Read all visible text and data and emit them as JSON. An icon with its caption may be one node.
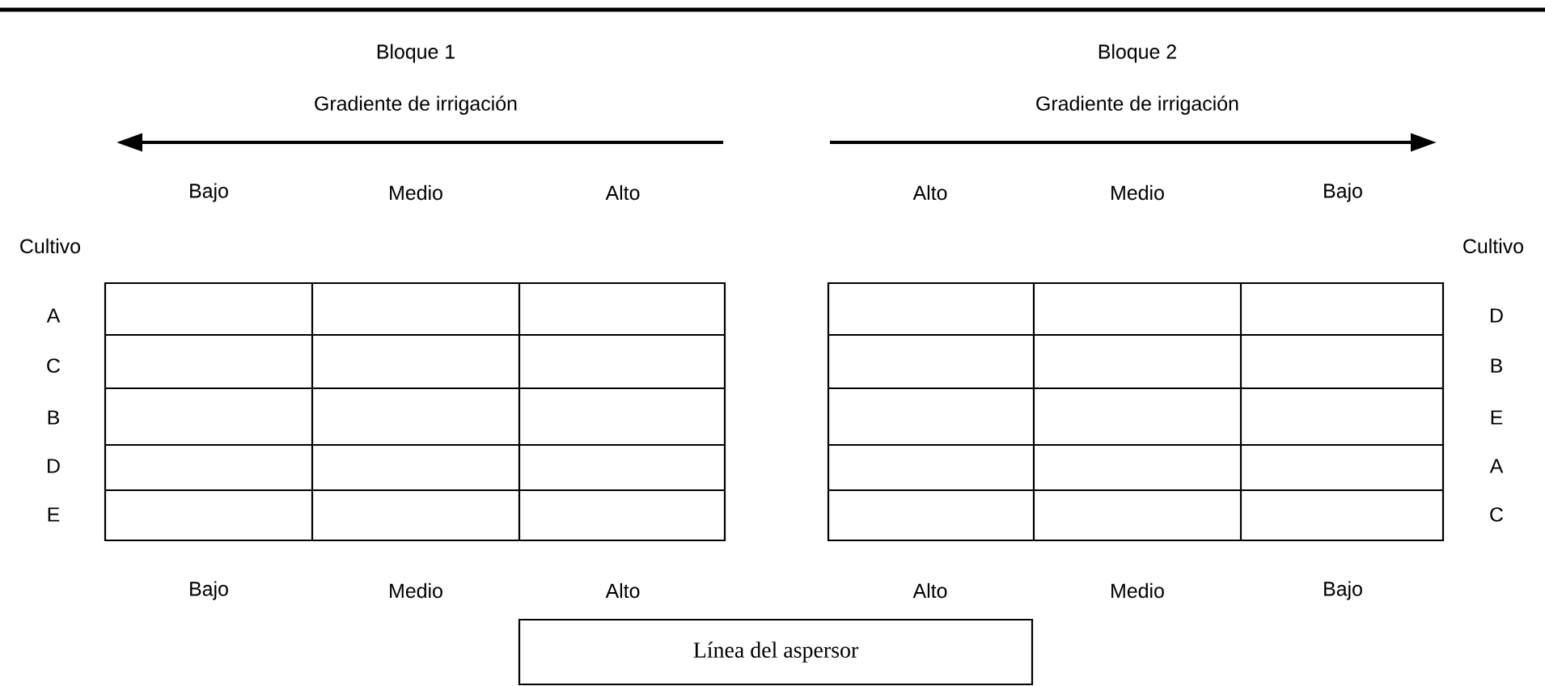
{
  "diagram": {
    "nodes": [
      {
        "text": [
          "Línea del aspersor"
        ]
      }
    ],
    "labels": [
      "Bloque 1",
      "Bloque 2",
      "Gradiente de irrigación",
      "Gradiente de irrigación",
      "Bajo",
      "Medio",
      "Alto",
      "Alto",
      "Medio",
      "Bajo",
      "Cultivo",
      "Cultivo",
      "A",
      "D",
      "C",
      "B",
      "B",
      "E",
      "D",
      "A",
      "E",
      "C",
      "Bajo",
      "Medio",
      "Alto",
      "Alto",
      "Medio",
      "Bajo"
    ]
  }
}
